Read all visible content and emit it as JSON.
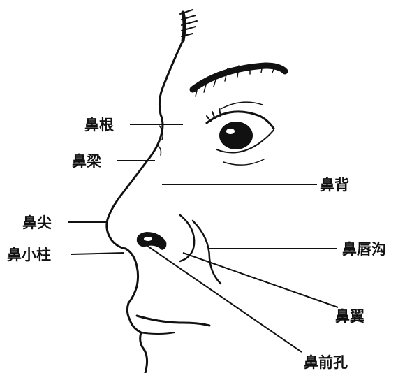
{
  "figure": {
    "labels": {
      "nasal_root": "鼻根",
      "nasal_bridge": "鼻梁",
      "nasal_dorsum": "鼻背",
      "nasal_tip": "鼻尖",
      "columella": "鼻小柱",
      "nasolabial_fold": "鼻唇沟",
      "ala": "鼻翼",
      "nostril": "鼻前孔"
    },
    "colors": {
      "ink": "#111111",
      "paper": "#ffffff"
    }
  }
}
